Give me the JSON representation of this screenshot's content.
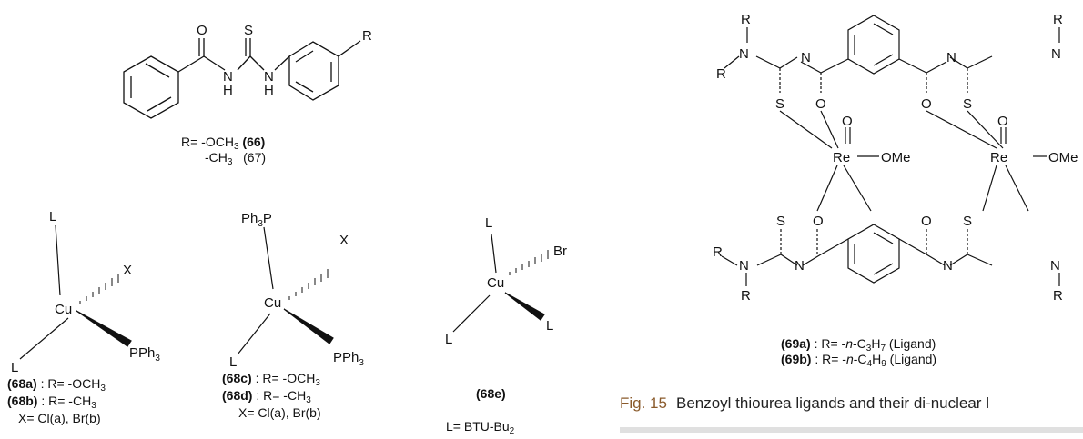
{
  "structure_66_67": {
    "atoms": {
      "O": "O",
      "S": "S",
      "H1": "H",
      "N1": "N",
      "H2": "H",
      "N2": "N",
      "R": "R"
    },
    "label": {
      "line1_prefix": "R= -OCH",
      "line1_sub": "3",
      "line1_id": "(66)",
      "line2_prefix": "-CH",
      "line2_sub": "3",
      "line2_id": "(67)"
    }
  },
  "structure_68a_68b": {
    "atoms": {
      "Lt": "L",
      "X": "X",
      "Cu": "Cu",
      "Lb": "L",
      "PPh": "PPh",
      "PPh_sub": "3"
    },
    "label": {
      "l1_id": "(68a)",
      "l1_text": " : R= -OCH",
      "l1_sub": "3",
      "l2_id": "(68b)",
      "l2_text": " : R= -CH",
      "l2_sub": "3",
      "l3_text": "X= Cl(a), Br(b)"
    }
  },
  "structure_68c_68d": {
    "atoms": {
      "Ph": "Ph",
      "Ph_sub": "3",
      "P": "P",
      "X": "X",
      "Cu": "Cu",
      "Lb": "L",
      "PPh": "PPh",
      "PPh_sub": "3"
    },
    "label": {
      "l1_id": "(68c)",
      "l1_text": " : R= -OCH",
      "l1_sub": "3",
      "l2_id": "(68d)",
      "l2_text": " : R= -CH",
      "l2_sub": "3",
      "l3_text": "X= Cl(a), Br(b)"
    }
  },
  "structure_68e": {
    "atoms": {
      "Lt": "L",
      "Br": "Br",
      "Cu": "Cu",
      "Lb": "L",
      "Lr": "L"
    },
    "label": {
      "id": "(68e)",
      "l2_text": "L= BTU-Bu",
      "l2_sub": "2"
    }
  },
  "structure_69": {
    "atoms": {
      "R": "R",
      "N": "N",
      "S": "S",
      "O": "O",
      "Re": "Re",
      "OMe": "OMe"
    },
    "label": {
      "l1_id": "(69a)",
      "l1_text": " : R= -",
      "l1_ital": "n",
      "l1_mid": "-C",
      "l1_sub1": "3",
      "l1_h": "H",
      "l1_sub2": "7",
      "l1_tail": " (Ligand)",
      "l2_id": "(69b)",
      "l2_text": " : R= -",
      "l2_ital": "n",
      "l2_mid": "-C",
      "l2_sub1": "4",
      "l2_h": "H",
      "l2_sub2": "9",
      "l2_tail": " (Ligand)"
    }
  },
  "caption": {
    "number": "Fig. 15",
    "text": "Benzoyl thiourea ligands and their di-nuclear l"
  }
}
